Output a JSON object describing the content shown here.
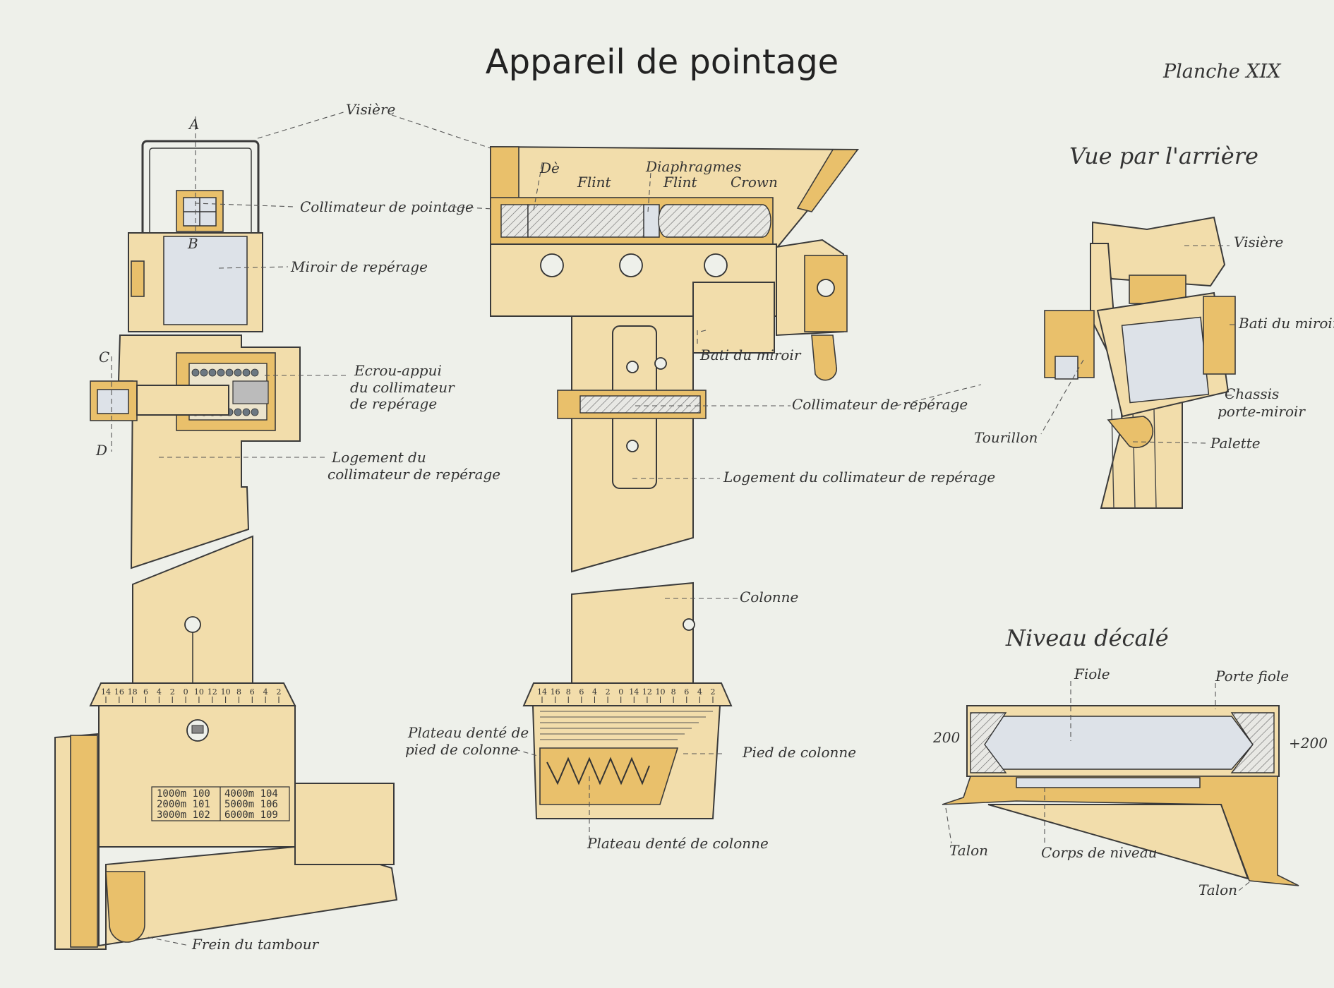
{
  "plate": {
    "title": "Appareil de pointage",
    "number": "Planche XIX"
  },
  "views": {
    "rear_view_title": "Vue par l'arrière",
    "level_title": "Niveau décalé"
  },
  "section_marks": {
    "a": "A",
    "b": "B",
    "c": "C",
    "d": "D"
  },
  "labels": {
    "visiere_top": "Visière",
    "collimateur_pointage": "Collimateur de pointage",
    "miroir_reperage": "Miroir de repérage",
    "ecrou_l1": "Ecrou-appui",
    "ecrou_l2": "du collimateur",
    "ecrou_l3": "de repérage",
    "logement_left_l1": "Logement du",
    "logement_left_l2": "collimateur de repérage",
    "frein": "Frein du tambour",
    "de": "Dè",
    "diaphragmes": "Diaphragmes",
    "flint_1": "Flint",
    "flint_2": "Flint",
    "crown": "Crown",
    "bati_miroir_center": "Bati du miroir",
    "collimateur_reperage_center": "Collimateur de repérage",
    "logement_center": "Logement du collimateur de repérage",
    "colonne": "Colonne",
    "plateau_pied_l1": "Plateau denté de",
    "plateau_pied_l2": "pied de colonne",
    "pied_colonne": "Pied de colonne",
    "plateau_colonne": "Plateau denté de colonne",
    "visiere_rear": "Visière",
    "bati_miroir_rear": "Bati du miroir",
    "chassis_l1": "Chassis",
    "chassis_l2": "porte-miroir",
    "tourillon": "Tourillon",
    "palette": "Palette",
    "fiole": "Fiole",
    "porte_fiole": "Porte fiole",
    "minus_200": "200",
    "plus_200": "+200",
    "talon_left": "Talon",
    "corps_niveau": "Corps de niveau",
    "talon_right": "Talon"
  },
  "scale_left": [
    "14",
    "16",
    "18",
    "6",
    "4",
    "2",
    "0",
    "10",
    "12",
    "10",
    "8",
    "6",
    "4",
    "2"
  ],
  "scale_center": [
    "14",
    "16",
    "8",
    "6",
    "4",
    "2",
    "0",
    "14",
    "12",
    "10",
    "8",
    "6",
    "4",
    "2"
  ],
  "range_table": {
    "c1": [
      "1000m 100",
      "2000m 101",
      "3000m 102"
    ],
    "c2": [
      "4000m 104",
      "5000m 106",
      "6000m 109"
    ]
  },
  "colors": {
    "paper": "#eef0ea",
    "body_light": "#f2ddab",
    "body_dark": "#e9c06b",
    "ink": "#333333"
  }
}
